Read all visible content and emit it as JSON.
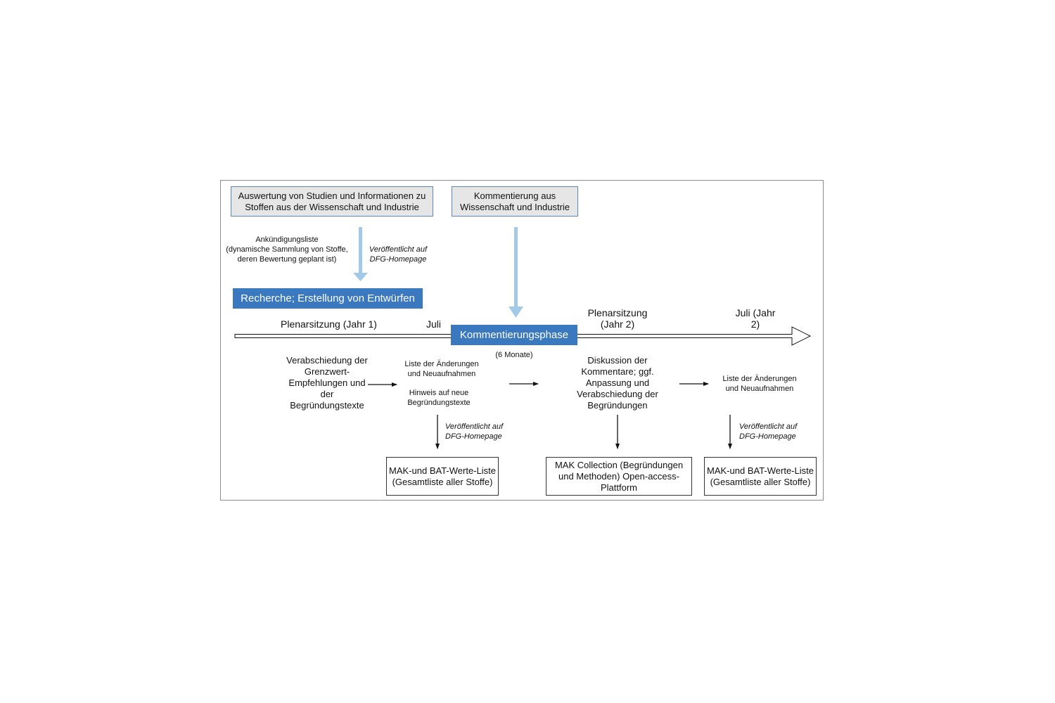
{
  "top_boxes": {
    "studies": "Auswertung von Studien und Informationen zu Stoffen aus der Wissenschaft und Industrie",
    "comments": "Kommentierung aus Wissenschaft und Industrie"
  },
  "announcement": {
    "title": "Ankündigungsliste",
    "detail": "(dynamische Sammlung von Stoffe, deren Bewertung geplant ist)",
    "published": "Veröffentlicht auf DFG-Homepage"
  },
  "research_box": "Recherche; Erstellung von Entwürfen",
  "timeline": {
    "plenary1": "Plenarsitzung (Jahr 1)",
    "july1": "Juli",
    "commenting_phase": "Kommentierungsphase",
    "duration": "(6 Monate)",
    "plenary2": "Plenarsitzung (Jahr 2)",
    "july2": "Juli (Jahr 2)"
  },
  "steps": {
    "adoption": "Verabschiedung der Grenzwert-Empfehlungen und der Begründungstexte",
    "changes_list": "Liste der Änderungen und Neuaufnahmen",
    "hint": "Hinweis auf neue Begründungstexte",
    "discussion": "Diskussion der Kommentare; ggf. Anpassung und Verabschiedung der Begründungen",
    "changes_list2": "Liste der Änderungen und Neuaufnahmen"
  },
  "published_labels": {
    "first": "Veröffentlicht auf DFG-Homepage",
    "second": "Veröffentlicht auf DFG-Homepage"
  },
  "outputs": {
    "mak_list1": "MAK-und BAT-Werte-Liste (Gesamtliste aller Stoffe)",
    "collection": "MAK Collection (Begründungen und Methoden) Open-access-Plattform",
    "mak_list2": "MAK-und BAT-Werte-Liste (Gesamtliste aller Stoffe)"
  },
  "colors": {
    "blue_box": "#3a78c0",
    "light_blue_arrow": "#a3c9e8",
    "grey_box": "#e6e6e6"
  }
}
